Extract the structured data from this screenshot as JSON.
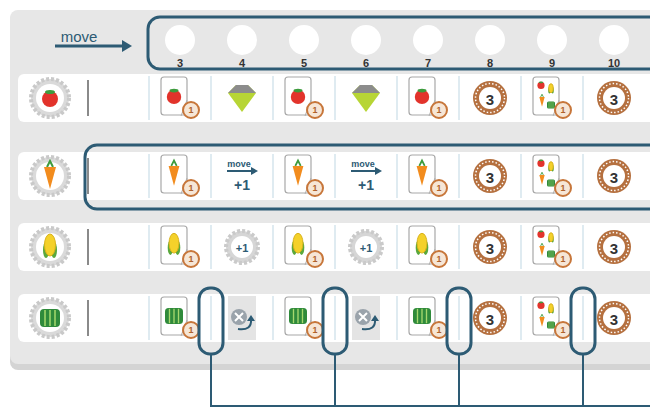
{
  "diagram": {
    "nodes": [
      {
        "text": [
          "3"
        ]
      },
      {
        "text": [
          "4"
        ]
      },
      {
        "text": [
          "5"
        ]
      },
      {
        "text": [
          "6"
        ]
      },
      {
        "text": [
          "7"
        ]
      },
      {
        "text": [
          "8"
        ]
      },
      {
        "text": [
          "9"
        ]
      },
      {
        "text": [
          "10"
        ]
      }
    ],
    "labels": [
      "move",
      "1",
      "1",
      "1",
      "3",
      "1",
      "3",
      "1",
      "move",
      "+1",
      "1",
      "move",
      "+1",
      "1",
      "3",
      "1",
      "3",
      "1",
      "+1",
      "1",
      "+1",
      "1",
      "3",
      "1",
      "3",
      "1",
      "1",
      "1",
      "3",
      "1",
      "3"
    ]
  }
}
